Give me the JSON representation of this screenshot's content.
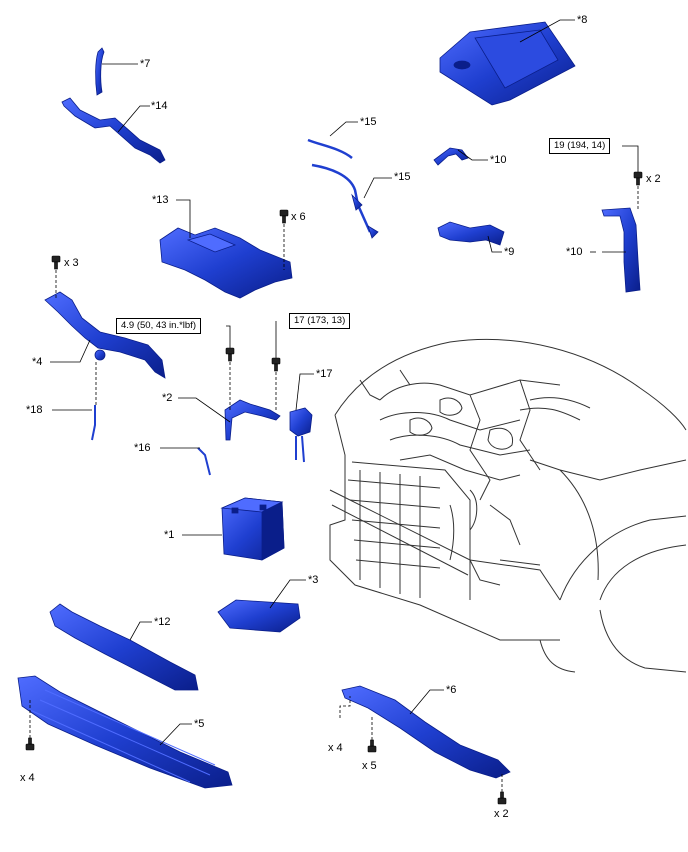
{
  "parts": [
    {
      "id": "p7",
      "label": "*7"
    },
    {
      "id": "p14",
      "label": "*14"
    },
    {
      "id": "p8",
      "label": "*8"
    },
    {
      "id": "p15a",
      "label": "*15"
    },
    {
      "id": "p15b",
      "label": "*15"
    },
    {
      "id": "p10a",
      "label": "*10"
    },
    {
      "id": "p10b",
      "label": "*10"
    },
    {
      "id": "p9",
      "label": "*9"
    },
    {
      "id": "p13",
      "label": "*13"
    },
    {
      "id": "p4",
      "label": "*4"
    },
    {
      "id": "p18",
      "label": "*18"
    },
    {
      "id": "p2",
      "label": "*2"
    },
    {
      "id": "p16",
      "label": "*16"
    },
    {
      "id": "p17",
      "label": "*17"
    },
    {
      "id": "p1",
      "label": "*1"
    },
    {
      "id": "p3",
      "label": "*3"
    },
    {
      "id": "p12",
      "label": "*12"
    },
    {
      "id": "p5",
      "label": "*5"
    },
    {
      "id": "p6",
      "label": "*6"
    }
  ],
  "quantities": {
    "q_bolt_p13": "x 6",
    "q_bolt_p4": "x 3",
    "q_bolt_p10": "x 2",
    "q_bolt_p5": "x 4",
    "q_bolt_p6a": "x 4",
    "q_bolt_p6b": "x 5",
    "q_bolt_p6c": "x 2"
  },
  "torques": {
    "t_p10": "19 (194, 14)",
    "t_p2": "4.9 (50, 43 in.*lbf)",
    "t_p17": "17 (173, 13)"
  },
  "colors": {
    "part_fill": "#1f3fd0",
    "part_dark": "#0a1e8a",
    "part_light": "#5c7cff",
    "outline": "#000000",
    "vehicle_line": "#333333"
  }
}
